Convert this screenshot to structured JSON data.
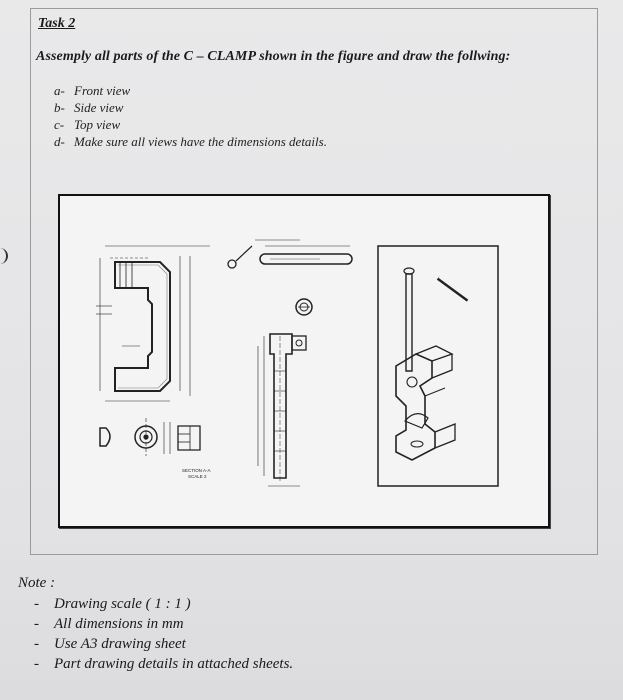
{
  "task": {
    "title": "Task 2",
    "instruction": "Assemply all parts of the C – CLAMP shown in the figure and draw the follwing:"
  },
  "items": [
    {
      "marker": "a-",
      "text": "Front view"
    },
    {
      "marker": "b-",
      "text": "Side view"
    },
    {
      "marker": "c-",
      "text": "Top view"
    },
    {
      "marker": "d-",
      "text": "Make sure all views have the dimensions details."
    }
  ],
  "drawing": {
    "section_label": "SECTION A-A",
    "scale_label": "SCALE 2"
  },
  "note": {
    "title": "Note :",
    "items": [
      {
        "marker": "-",
        "text": "Drawing scale ( 1 : 1 )"
      },
      {
        "marker": "-",
        "text": "All dimensions in mm"
      },
      {
        "marker": "-",
        "text": "Use A3 drawing sheet"
      },
      {
        "marker": "-",
        "text": "Part drawing details in attached sheets."
      }
    ]
  }
}
